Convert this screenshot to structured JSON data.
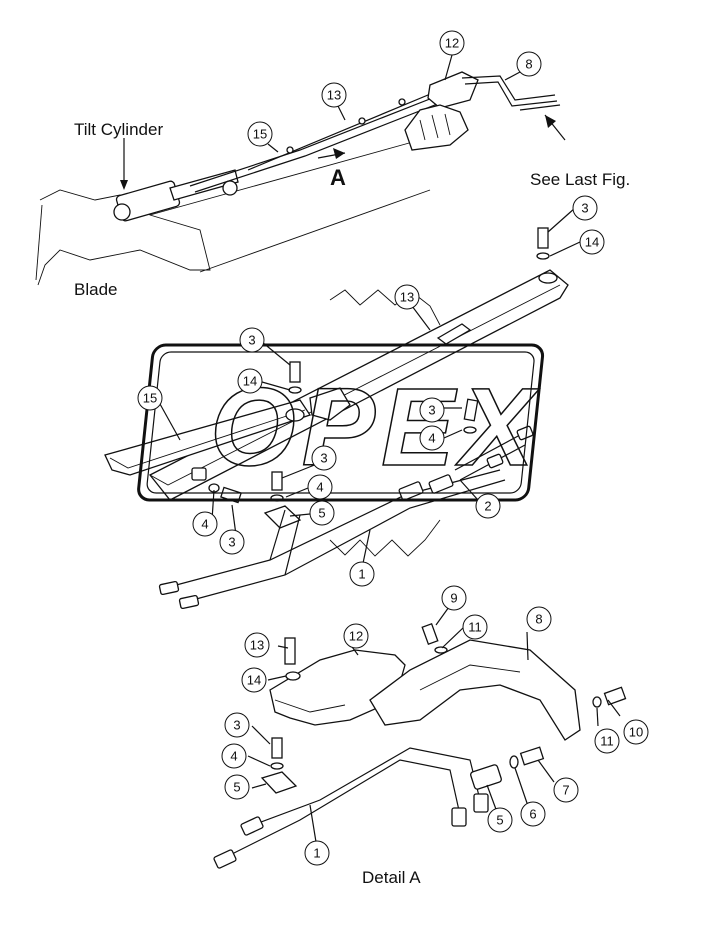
{
  "labels": {
    "tilt_cylinder": "Tilt Cylinder",
    "see_last_fig": "See Last Fig.",
    "blade": "Blade",
    "view_a": "A",
    "detail_a": "Detail A",
    "watermark": "OPEX"
  },
  "callouts": [
    "1",
    "2",
    "3",
    "4",
    "5",
    "6",
    "7",
    "8",
    "9",
    "10",
    "11",
    "12",
    "13",
    "14",
    "15"
  ]
}
